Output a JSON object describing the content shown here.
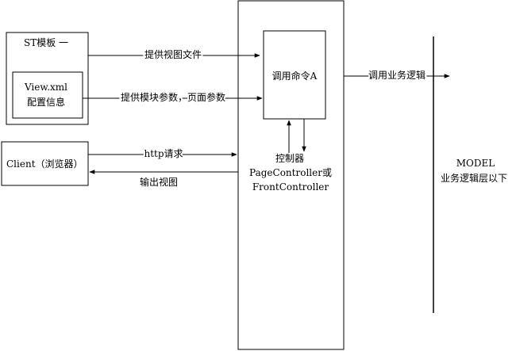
{
  "template": {
    "title": "ST模板 一",
    "inner_line1": "View.xml",
    "inner_line2": "配置信息"
  },
  "command": {
    "label": "调用命令A"
  },
  "client": {
    "label": "Client（浏览器）"
  },
  "controller": {
    "line1": "控制器",
    "line2": "PageController或",
    "line3": "FrontController"
  },
  "model": {
    "line1": "MODEL",
    "line2": "业务逻辑层以下"
  },
  "arrows": {
    "provide_view": "提供视图文件",
    "provide_params": "提供模块参数，页面参数",
    "http_request": "http请求",
    "output_view": "输出视图",
    "call_business": "调用业务逻辑"
  }
}
